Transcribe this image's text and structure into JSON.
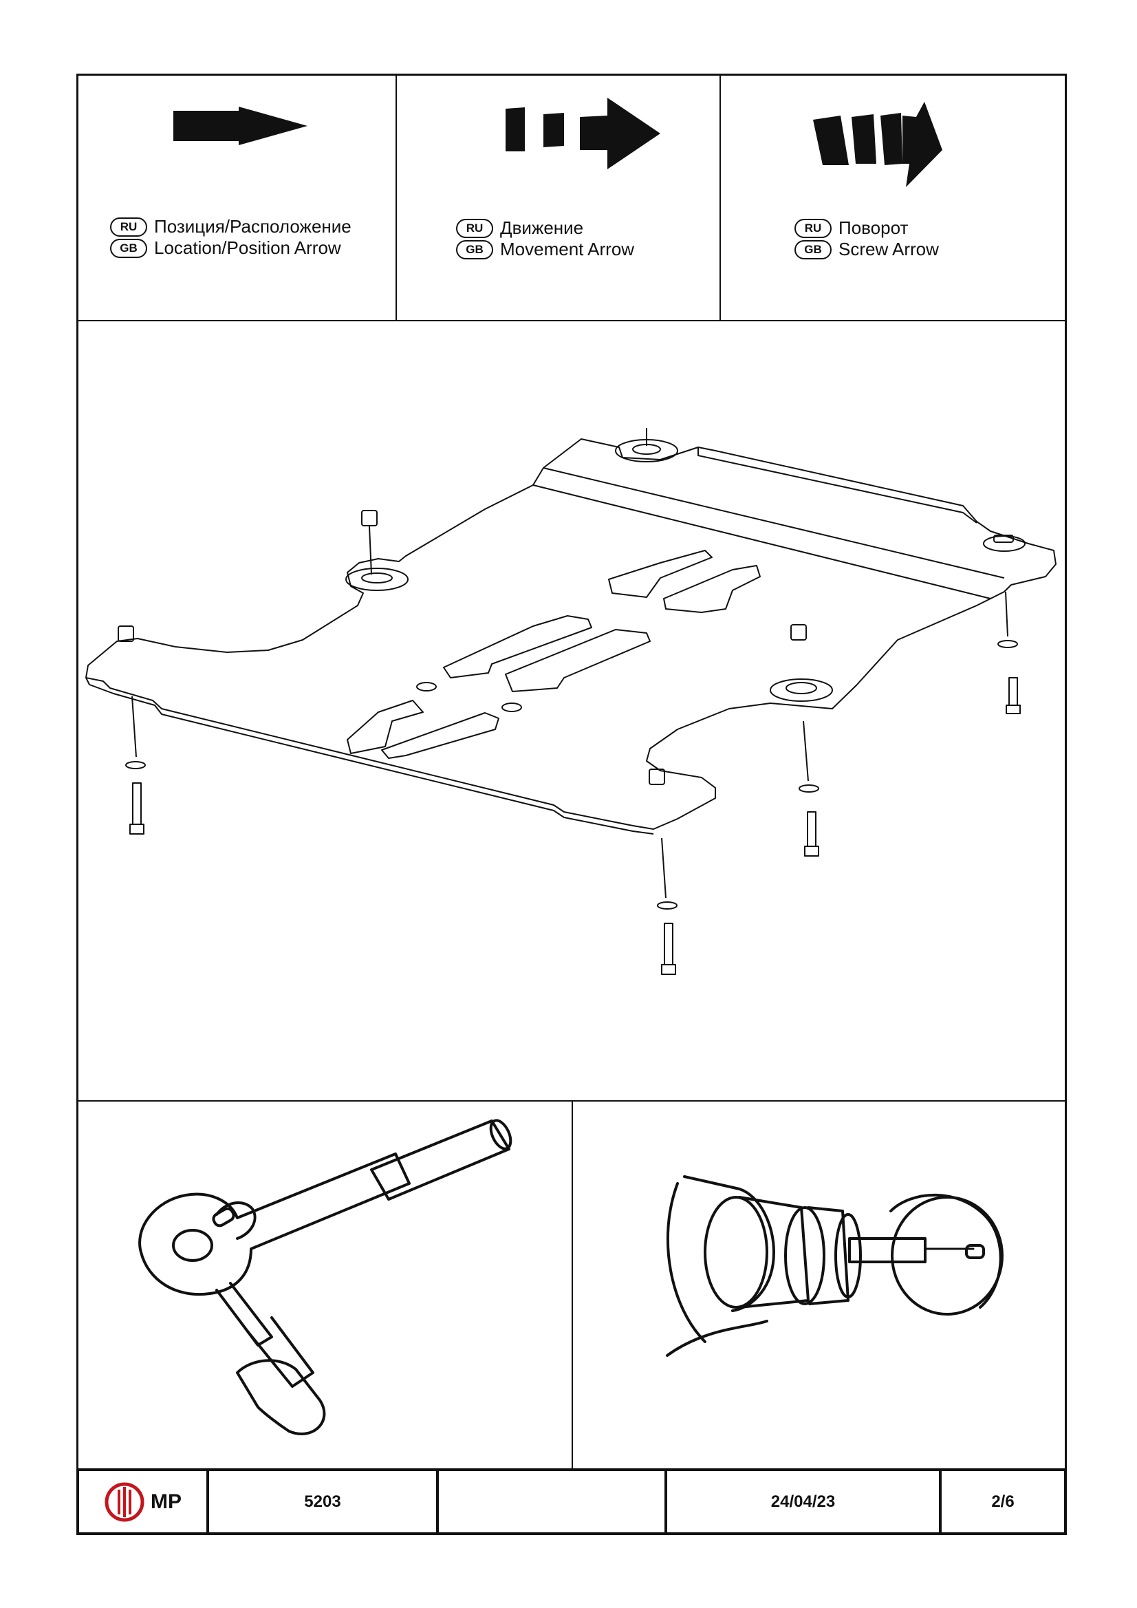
{
  "legend": [
    {
      "codes": [
        "RU",
        "GB"
      ],
      "lines": [
        "Позиция/Расположение",
        "Location/Position Arrow"
      ],
      "icon": "location-arrow-icon"
    },
    {
      "codes": [
        "RU",
        "GB"
      ],
      "lines": [
        "Движение",
        "Movement Arrow"
      ],
      "icon": "movement-arrow-icon"
    },
    {
      "codes": [
        "RU",
        "GB"
      ],
      "lines": [
        "Поворот",
        "Screw Arrow"
      ],
      "icon": "screw-arrow-icon"
    }
  ],
  "footer": {
    "logo_text": "MP",
    "logo_color": "#c4161c",
    "part_number": "5203",
    "blank": "",
    "date": "24/04/23",
    "page": "2/6"
  }
}
